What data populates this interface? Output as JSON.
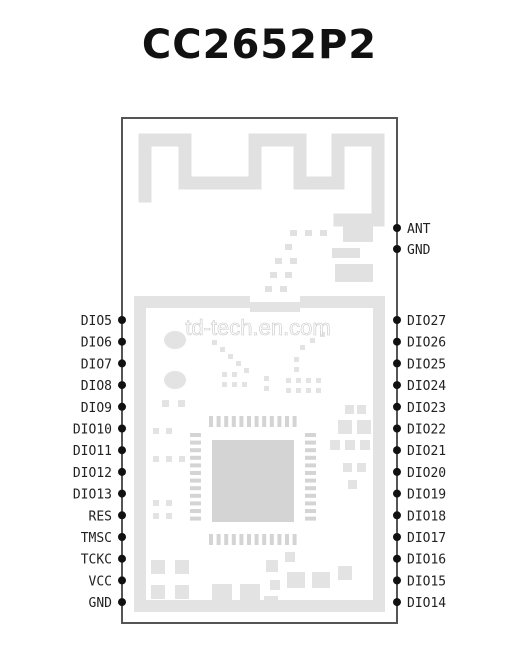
{
  "title": "CC2652P2",
  "watermark": "td-tech.en.com",
  "left_pins": [
    "DIO5",
    "DIO6",
    "DIO7",
    "DIO8",
    "DIO9",
    "DIO10",
    "DIO11",
    "DIO12",
    "DIO13",
    "RES",
    "TMSC",
    "TCKC",
    "VCC",
    "GND"
  ],
  "right_pins_top": [
    "ANT",
    "GND"
  ],
  "right_pins": [
    "DIO27",
    "DIO26",
    "DIO25",
    "DIO24",
    "DIO23",
    "DIO22",
    "DIO21",
    "DIO20",
    "DIO19",
    "DIO18",
    "DIO17",
    "DIO16",
    "DIO15",
    "DIO14"
  ],
  "colors": {
    "board_outline": "#555555",
    "shield": "#e3e3e3",
    "pin_dot": "#111111",
    "text": "#222222"
  }
}
